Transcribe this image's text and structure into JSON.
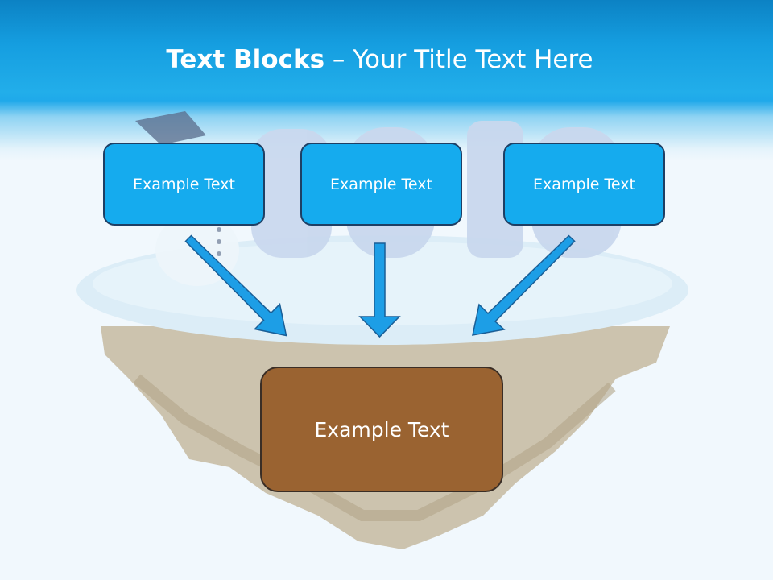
{
  "slide": {
    "title_bold": "Text Blocks",
    "title_dash": " – ",
    "title_rest": "Your Title Text Here"
  },
  "boxes": {
    "top": [
      "Example Text",
      "Example Text",
      "Example Text"
    ],
    "bottom": "Example Text"
  },
  "colors": {
    "header_blue": "#159ee0",
    "box_blue": "#15abee",
    "box_brown": "#9a6331",
    "arrow_blue": "#1d9ee6"
  }
}
